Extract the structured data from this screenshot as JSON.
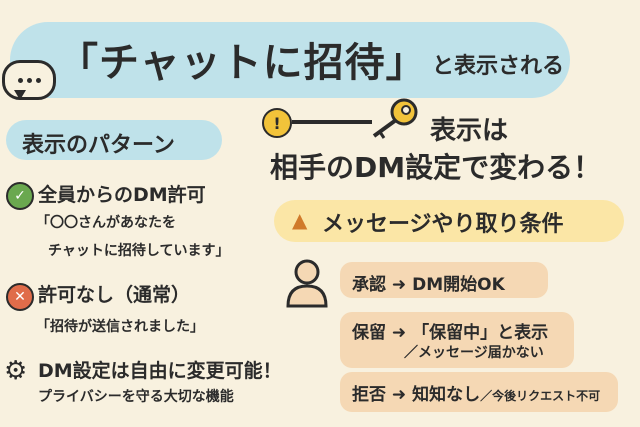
{
  "title": {
    "main": "「チャットに招待」",
    "sub": "と表示される"
  },
  "left": {
    "section_label": "表示のパターン",
    "items": [
      {
        "title": "全員からのDM許可",
        "lines": [
          "「〇〇さんがあなたを",
          "チャットに招待しています」"
        ]
      },
      {
        "title": "許可なし（通常）",
        "lines": [
          "「招待が送信されました」"
        ]
      },
      {
        "title": "DM設定は自由に変更可能！",
        "lines": [
          "プライバシーを守る大切な機能"
        ]
      }
    ]
  },
  "right": {
    "headline1": "表示は",
    "headline2": "相手のDM設定で変わる！",
    "conditions_label": "メッセージやり取り条件",
    "conditions": [
      {
        "status": "承認",
        "arrow": "➜",
        "result": "DM開始OK"
      },
      {
        "status": "保留",
        "arrow": "➜",
        "result": "「保留中」と表示",
        "result2": "／メッセージ届かない"
      },
      {
        "status": "拒否",
        "arrow": "➜",
        "result": "知知なし",
        "result_small": "／今後リクエスト不可"
      }
    ]
  },
  "colors": {
    "background": "#f8f1df",
    "banner": "#bfe2ea",
    "condition_pill": "#fbe6a6",
    "tag": "#f5d8b4",
    "check": "#6aa84f",
    "cross": "#e06c4a",
    "key": "#f2c33a"
  },
  "icons": [
    "chat-bubble-icon",
    "check-icon",
    "x-icon",
    "gear-icon",
    "alert-icon",
    "key-icon",
    "warning-flame-icon",
    "person-icon"
  ]
}
